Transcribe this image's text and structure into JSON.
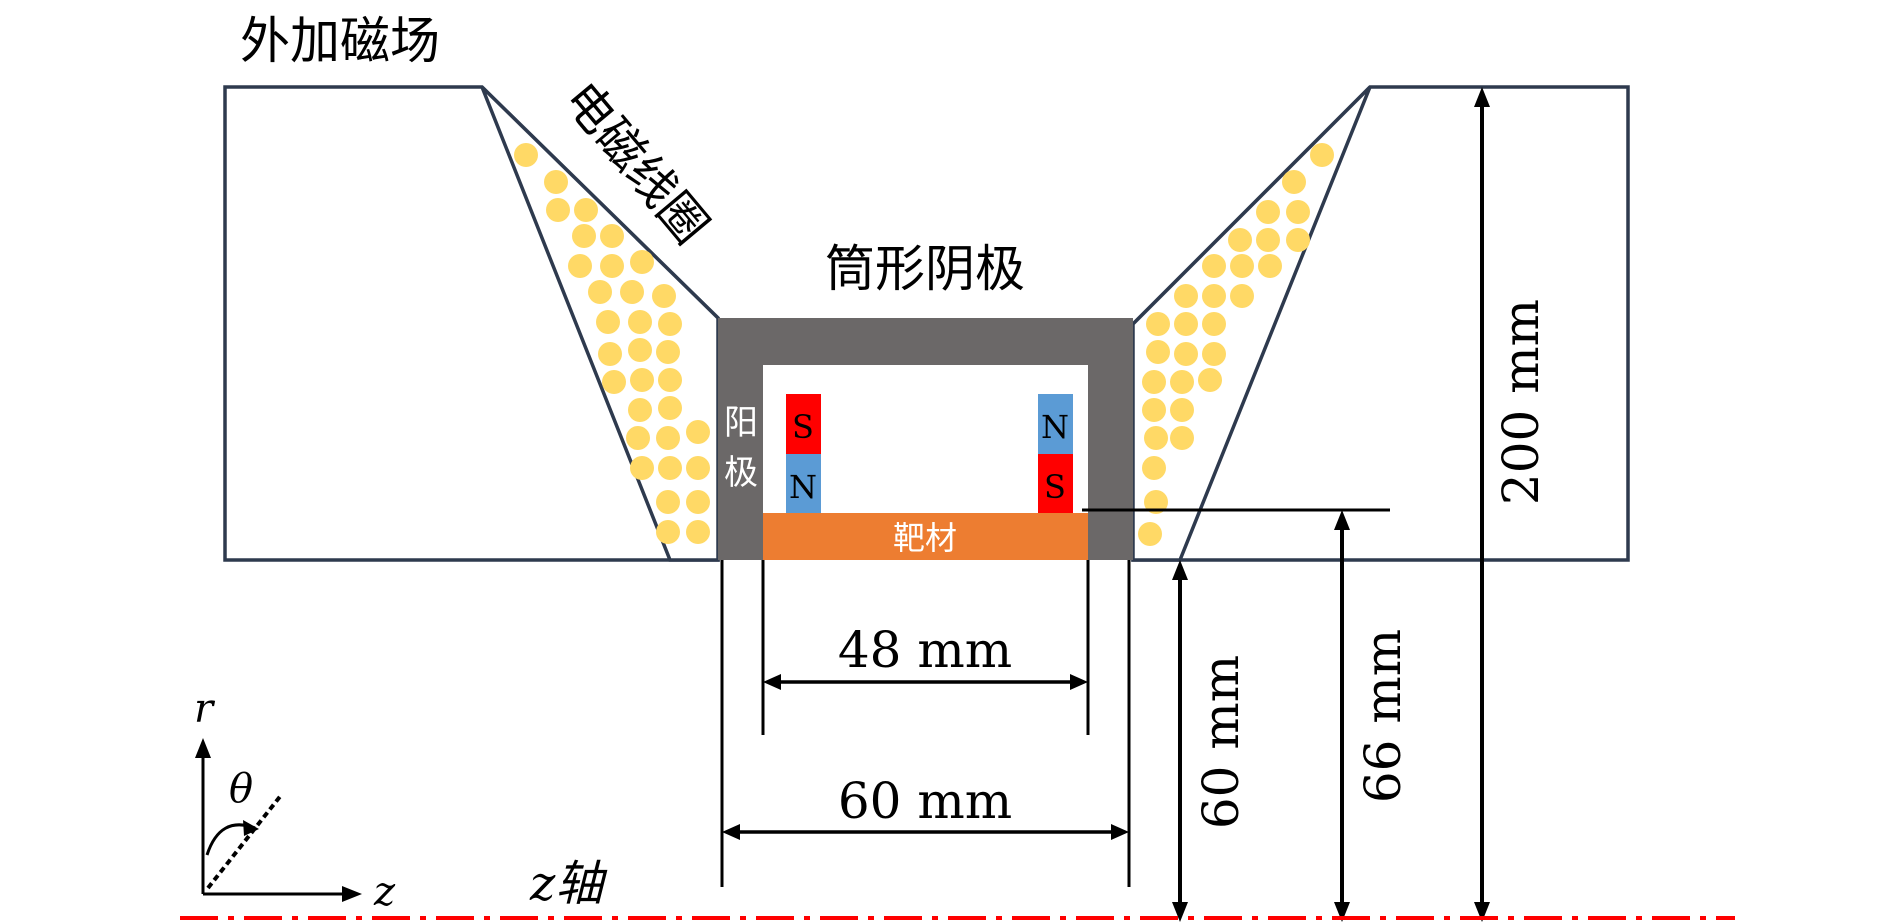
{
  "labels": {
    "external_field": "外加磁场",
    "em_coil": "电磁线圈",
    "cathode": "筒形阴极",
    "anode_1": "阳",
    "anode_2": "极",
    "target": "靶材",
    "magnet_left_top": "S",
    "magnet_left_bottom": "N",
    "magnet_right_top": "N",
    "magnet_right_bottom": "S",
    "z_axis": "z轴",
    "axis_r": "r",
    "axis_theta": "θ",
    "axis_z": "z"
  },
  "dimensions": {
    "inner_width": "48 mm",
    "outer_width": "60 mm",
    "radius_60": "60 mm",
    "radius_66": "66 mm",
    "radius_200": "200 mm"
  },
  "colors": {
    "housing_stroke": "#2e3a4e",
    "coil_dot": "#ffd966",
    "cathode": "#6b6868",
    "target": "#ed7d31",
    "magnet_red": "#ff0000",
    "magnet_blue": "#5b9bd5",
    "axis_line": "#ff0000"
  }
}
